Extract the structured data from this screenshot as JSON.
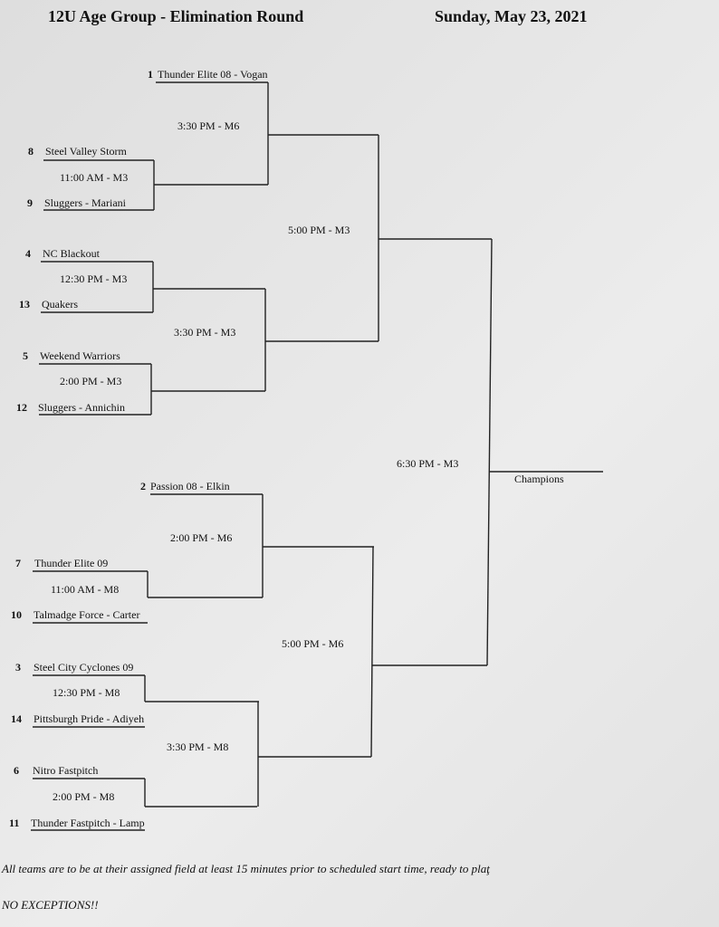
{
  "header": {
    "title": "12U Age Group - Elimination Round",
    "date": "Sunday, May 23, 2021"
  },
  "round1": {
    "teams": [
      {
        "seed": "1",
        "name": "Thunder Elite 08 - Vogan"
      },
      {
        "seed": "8",
        "name": "Steel Valley Storm"
      },
      {
        "seed": "9",
        "name": "Sluggers - Mariani"
      },
      {
        "seed": "4",
        "name": "NC Blackout"
      },
      {
        "seed": "13",
        "name": "Quakers"
      },
      {
        "seed": "5",
        "name": "Weekend Warriors"
      },
      {
        "seed": "12",
        "name": "Sluggers - Annichin"
      },
      {
        "seed": "2",
        "name": "Passion 08 - Elkin"
      },
      {
        "seed": "7",
        "name": "Thunder Elite 09"
      },
      {
        "seed": "10",
        "name": "Talmadge Force - Carter"
      },
      {
        "seed": "3",
        "name": "Steel City Cyclones 09"
      },
      {
        "seed": "14",
        "name": "Pittsburgh Pride - Adiyeh"
      },
      {
        "seed": "6",
        "name": "Nitro Fastpitch"
      },
      {
        "seed": "11",
        "name": "Thunder Fastpitch - Lamp"
      }
    ]
  },
  "games": {
    "g_8_9": "11:00 AM - M3",
    "g_4_13": "12:30 PM - M3",
    "g_5_12": "2:00 PM - M3",
    "g_7_10": "11:00 AM - M8",
    "g_3_14": "12:30 PM - M8",
    "g_6_11": "2:00 PM - M8",
    "qf_1": "3:30 PM - M6",
    "qf_2": "3:30 PM - M3",
    "qf_3": "2:00 PM - M6",
    "qf_4": "3:30 PM - M8",
    "sf_top": "5:00 PM - M3",
    "sf_bottom": "5:00 PM - M6",
    "final": "6:30 PM - M3"
  },
  "champions_label": "Champions",
  "footer": {
    "note": "All teams are to be at their assigned field at least 15 minutes prior to scheduled start time, ready to plaţ",
    "exceptions": "NO EXCEPTIONS!!"
  }
}
